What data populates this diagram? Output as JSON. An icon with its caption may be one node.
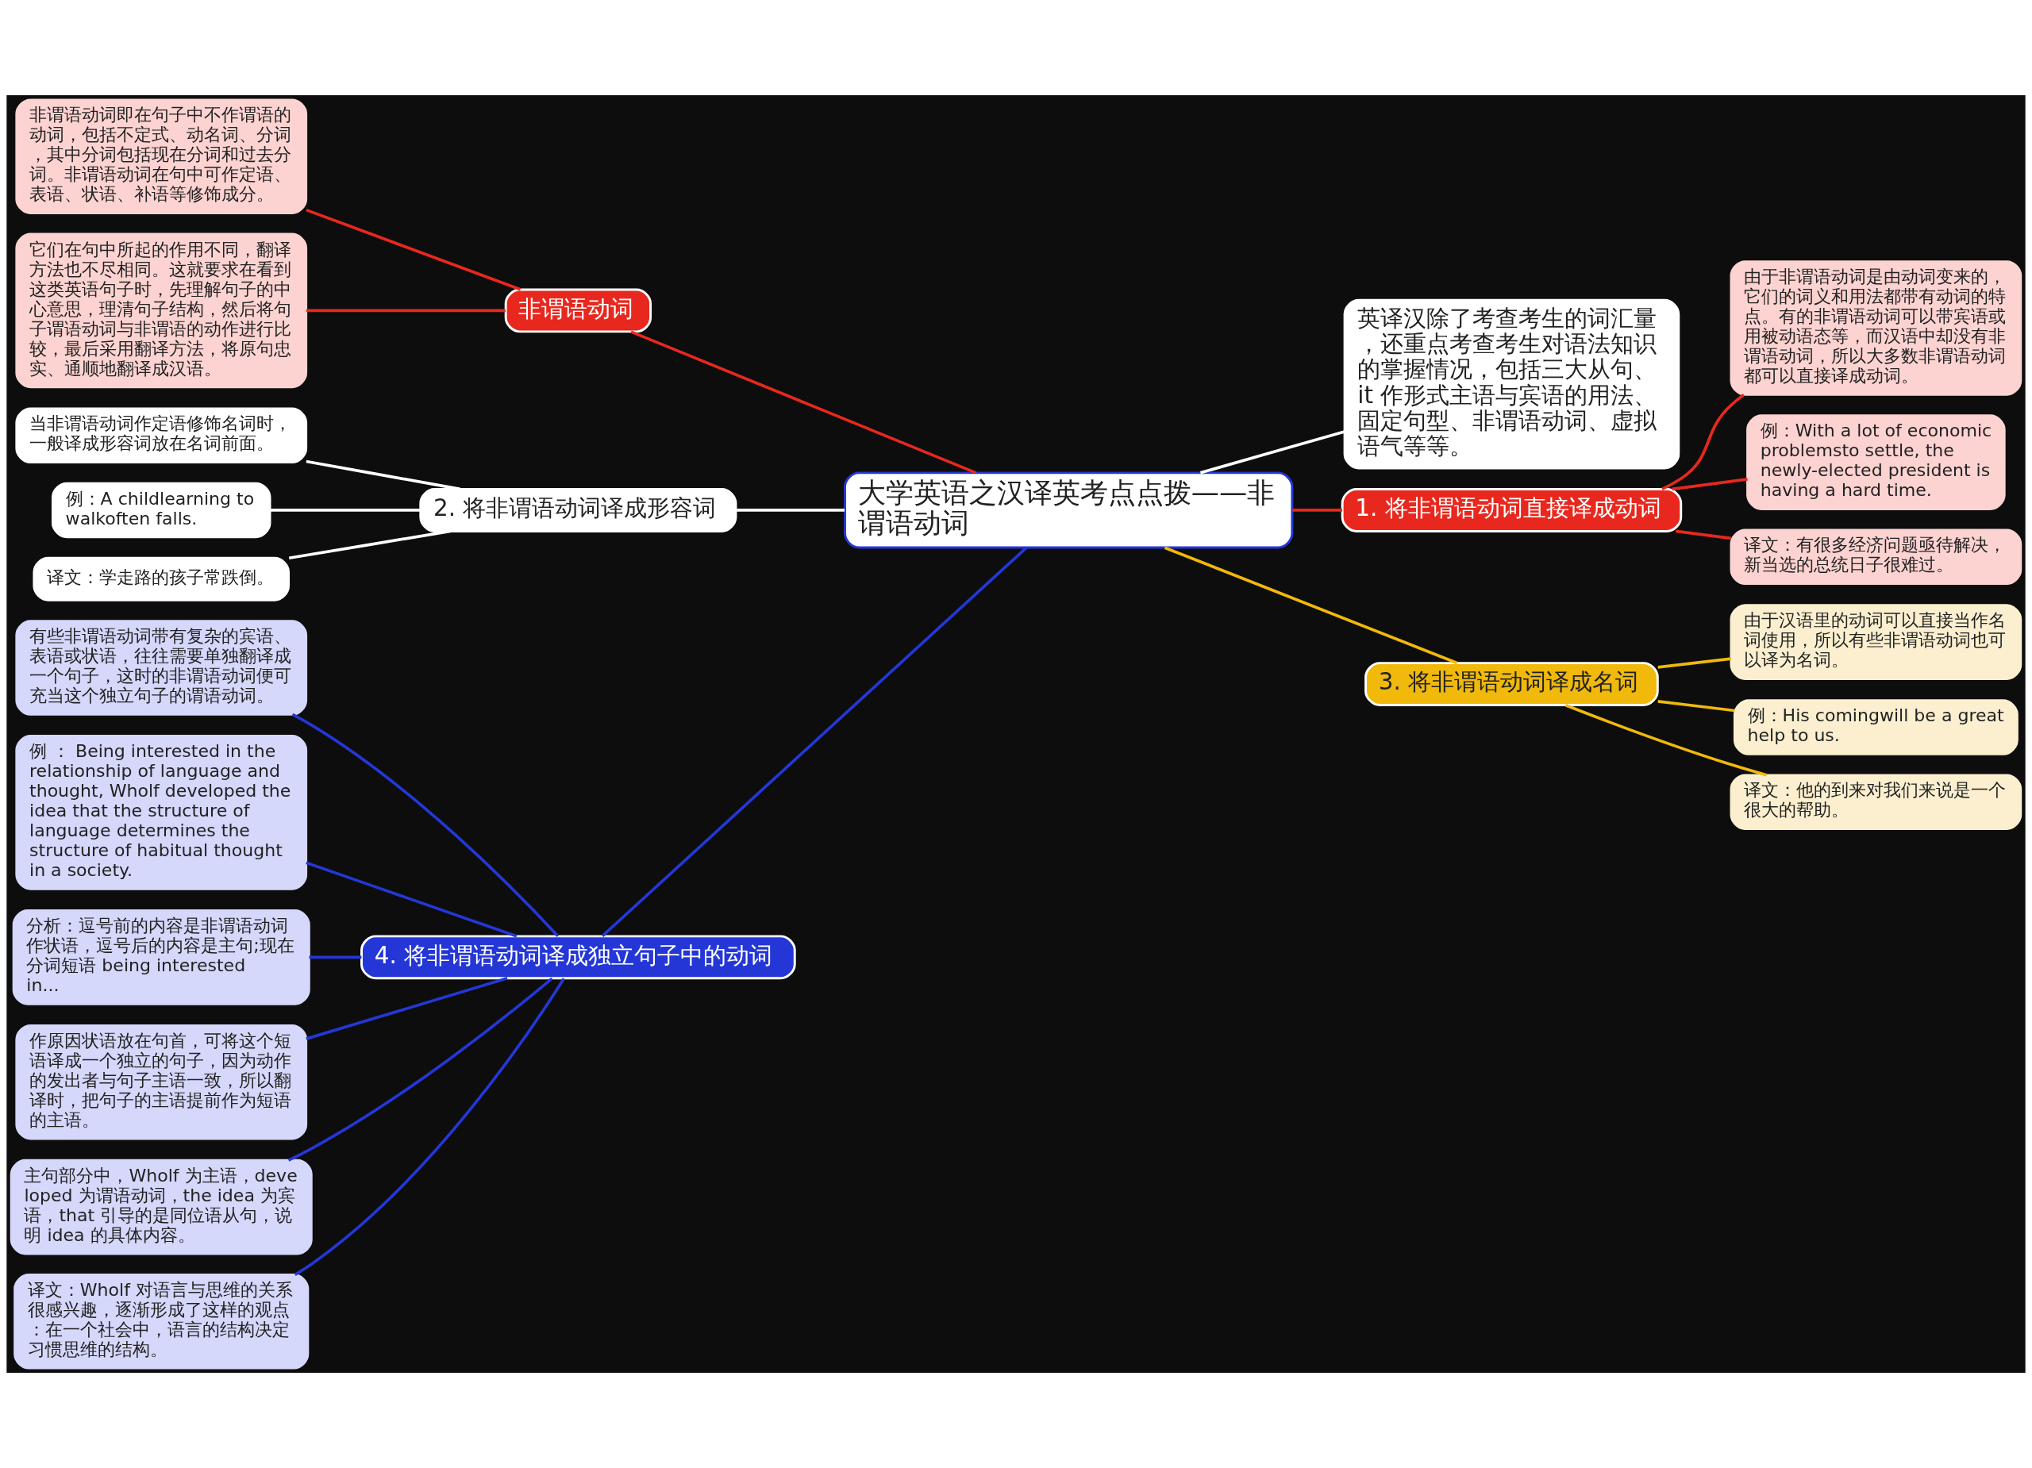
{
  "diagram": {
    "nodes": [
      {
        "text": [
          "大学英语之汉译英考点点拨——非谓语动词"
        ]
      },
      {
        "text": [
          "非谓语动词"
        ]
      },
      {
        "text": [
          "非谓语动词即在句子中不作谓语的动词，包括不定式、动名词、分词，其中分词包括现在分词和过去分词。非谓语动词在句中可作定语、表语、状语、补语等修饰成分。"
        ]
      },
      {
        "text": [
          "它们在句中所起的作用不同，翻译方法也不尽相同。这就要求在看到这类英语句子时，先理解句子的中心意思，理清句子结构，然后将句子谓语动词与非谓语的动作进行比较，最后采用翻译方法，将原句忠实、通顺地翻译成汉语。"
        ]
      },
      {
        "text": [
          "2. 将非谓语动词译成形容词"
        ]
      },
      {
        "text": [
          "当非谓语动词作定语修饰名词时，一般译成形容词放在名词前面。"
        ]
      },
      {
        "text": [
          "例：A childlearning to walkoften falls."
        ]
      },
      {
        "text": [
          "译文：学走路的孩子常跌倒。"
        ]
      },
      {
        "text": [
          "4. 将非谓语动词译成独立句子中的动词"
        ]
      },
      {
        "text": [
          "有些非谓语动词带有复杂的宾语、表语或状语，往往需要单独翻译成一个句子，这时的非谓语动词便可充当这个独立句子的谓语动词。"
        ]
      },
      {
        "text": [
          "例 ： Being interested in the relationship of language and thought, Wholf developed the idea that the structure of language determines the structure of habitual thought in a society."
        ]
      },
      {
        "text": [
          "分析：逗号前的内容是非谓语动词作状语，逗号后的内容是主句;现在分词短语 being interested in..."
        ]
      },
      {
        "text": [
          "作原因状语放在句首，可将这个短语译成一个独立的句子，因为动作的发出者与句子主语一致，所以翻译时，把句子的主语提前作为短语的主语。"
        ]
      },
      {
        "text": [
          "主句部分中，Wholf 为主语，developed 为谓语动词，the idea 为宾语，that 引导的是同位语从句，说明 idea 的具体内容。"
        ]
      },
      {
        "text": [
          "译文：Wholf 对语言与思维的关系很感兴趣，逐渐形成了这样的观点：在一个社会中，语言的结构决定习惯思维的结构。"
        ]
      },
      {
        "text": [
          "英译汉除了考查考生的词汇量，还重点考查考生对语法知识的掌握情况，包括三大从句、it 作形式主语与宾语的用法、固定句型、非谓语动词、虚拟语气等等。"
        ]
      },
      {
        "text": [
          "1. 将非谓语动词直接译成动词"
        ]
      },
      {
        "text": [
          "由于非谓语动词是由动词变来的，它们的词义和用法都带有动词的特点。有的非谓语动词可以带宾语或用被动语态等，而汉语中却没有非谓语动词，所以大多数非谓语动词都可以直接译成动词。"
        ]
      },
      {
        "text": [
          "例：With a lot of economic problemsto settle, the newly-elected president is having a hard time."
        ]
      },
      {
        "text": [
          "译文：有很多经济问题亟待解决，新当选的总统日子很难过。"
        ]
      },
      {
        "text": [
          "3. 将非谓语动词译成名词"
        ]
      },
      {
        "text": [
          "由于汉语里的动词可以直接当作名词使用，所以有些非谓语动词也可以译为名词。"
        ]
      },
      {
        "text": [
          "例：His comingwill be a great help to us."
        ]
      },
      {
        "text": [
          "译文：他的到来对我们来说是一个很大的帮助。"
        ]
      }
    ],
    "edges": [
      {
        "from": 2,
        "to": 1,
        "arrow": "none",
        "color": "#e8281e"
      },
      {
        "from": 3,
        "to": 1,
        "arrow": "none",
        "color": "#e8281e"
      },
      {
        "from": 1,
        "to": 0,
        "arrow": "none",
        "color": "#e8281e"
      },
      {
        "from": 5,
        "to": 4,
        "arrow": "none",
        "color": "#ffffff"
      },
      {
        "from": 6,
        "to": 4,
        "arrow": "none",
        "color": "#ffffff"
      },
      {
        "from": 7,
        "to": 4,
        "arrow": "none",
        "color": "#ffffff"
      },
      {
        "from": 4,
        "to": 0,
        "arrow": "none",
        "color": "#ffffff"
      },
      {
        "from": 9,
        "to": 8,
        "arrow": "none",
        "color": "#2437d6"
      },
      {
        "from": 10,
        "to": 8,
        "arrow": "none",
        "color": "#2437d6"
      },
      {
        "from": 11,
        "to": 8,
        "arrow": "none",
        "color": "#2437d6"
      },
      {
        "from": 12,
        "to": 8,
        "arrow": "none",
        "color": "#2437d6"
      },
      {
        "from": 13,
        "to": 8,
        "arrow": "none",
        "color": "#2437d6"
      },
      {
        "from": 14,
        "to": 8,
        "arrow": "none",
        "color": "#2437d6"
      },
      {
        "from": 8,
        "to": 0,
        "arrow": "none",
        "color": "#2437d6"
      },
      {
        "from": 0,
        "to": 15,
        "arrow": "none",
        "color": "#ffffff"
      },
      {
        "from": 0,
        "to": 16,
        "arrow": "none",
        "color": "#e8281e"
      },
      {
        "from": 16,
        "to": 17,
        "arrow": "none",
        "color": "#e8281e"
      },
      {
        "from": 16,
        "to": 18,
        "arrow": "none",
        "color": "#e8281e"
      },
      {
        "from": 16,
        "to": 19,
        "arrow": "none",
        "color": "#e8281e"
      },
      {
        "from": 0,
        "to": 20,
        "arrow": "none",
        "color": "#f0b90b"
      },
      {
        "from": 20,
        "to": 21,
        "arrow": "none",
        "color": "#f0b90b"
      },
      {
        "from": 20,
        "to": 22,
        "arrow": "none",
        "color": "#f0b90b"
      },
      {
        "from": 20,
        "to": 23,
        "arrow": "none",
        "color": "#f0b90b"
      }
    ]
  }
}
